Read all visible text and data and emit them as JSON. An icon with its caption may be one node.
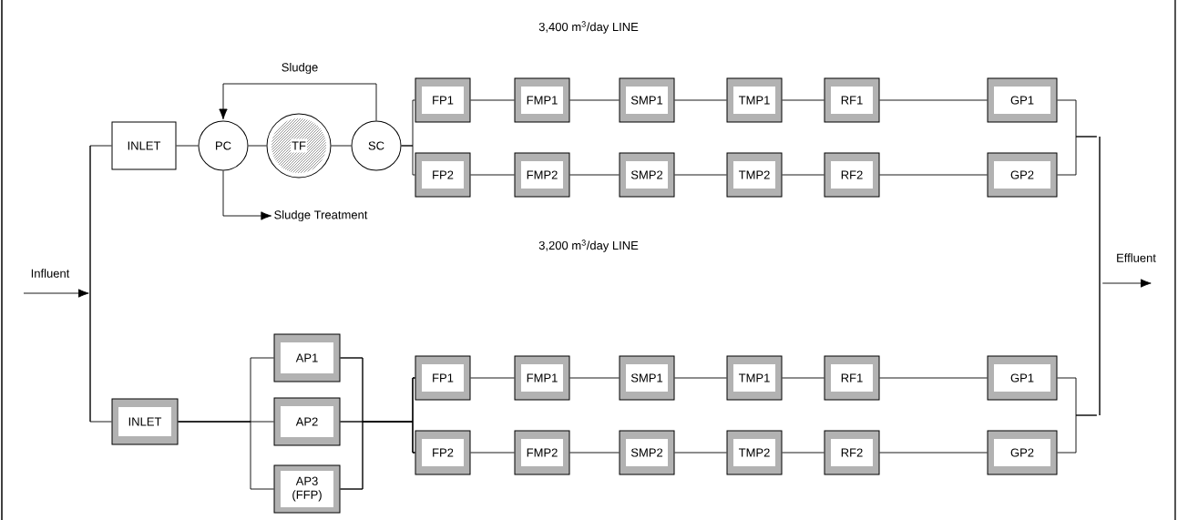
{
  "diagram": {
    "nodes": [
      {
        "text": [
          "INLET"
        ]
      },
      {
        "text": [
          "PC"
        ]
      },
      {
        "text": [
          "TF"
        ]
      },
      {
        "text": [
          "SC"
        ]
      },
      {
        "text": [
          "Sludge Treatment"
        ]
      },
      {
        "text": [
          "FP1"
        ]
      },
      {
        "text": [
          "FMP1"
        ]
      },
      {
        "text": [
          "SMP1"
        ]
      },
      {
        "text": [
          "TMP1"
        ]
      },
      {
        "text": [
          "RF1"
        ]
      },
      {
        "text": [
          "GP1"
        ]
      },
      {
        "text": [
          "FP2"
        ]
      },
      {
        "text": [
          "FMP2"
        ]
      },
      {
        "text": [
          "SMP2"
        ]
      },
      {
        "text": [
          "TMP2"
        ]
      },
      {
        "text": [
          "RF2"
        ]
      },
      {
        "text": [
          "GP2"
        ]
      },
      {
        "text": [
          "INLET"
        ]
      },
      {
        "text": [
          "AP1"
        ]
      },
      {
        "text": [
          "AP2"
        ]
      },
      {
        "text": [
          "AP3 (FFP)"
        ]
      },
      {
        "text": [
          "FP1"
        ]
      },
      {
        "text": [
          "FMP1"
        ]
      },
      {
        "text": [
          "SMP1"
        ]
      },
      {
        "text": [
          "TMP1"
        ]
      },
      {
        "text": [
          "RF1"
        ]
      },
      {
        "text": [
          "GP1"
        ]
      },
      {
        "text": [
          "FP2"
        ]
      },
      {
        "text": [
          "FMP2"
        ]
      },
      {
        "text": [
          "SMP2"
        ]
      },
      {
        "text": [
          "TMP2"
        ]
      },
      {
        "text": [
          "RF2"
        ]
      },
      {
        "text": [
          "GP2"
        ]
      },
      {
        "text": [
          "Influent"
        ]
      },
      {
        "text": [],
        "shape": "bar"
      },
      {
        "text": [],
        "shape": "bar"
      },
      {
        "text": [
          "Effluent"
        ]
      }
    ],
    "edges": [
      {
        "from": 33,
        "to": 34,
        "arrow": "to"
      },
      {
        "from": 34,
        "to": 0,
        "arrow": "none"
      },
      {
        "from": 34,
        "to": 17,
        "arrow": "none"
      },
      {
        "from": 0,
        "to": 1,
        "arrow": "none"
      },
      {
        "from": 1,
        "to": 2,
        "arrow": "none"
      },
      {
        "from": 2,
        "to": 3,
        "arrow": "none"
      },
      {
        "from": 3,
        "to": 1,
        "arrow": "to",
        "label": "Sludge"
      },
      {
        "from": 1,
        "to": 4,
        "arrow": "to"
      },
      {
        "from": 3,
        "to": 5,
        "arrow": "none"
      },
      {
        "from": 3,
        "to": 11,
        "arrow": "none"
      },
      {
        "from": 5,
        "to": 6,
        "arrow": "none"
      },
      {
        "from": 6,
        "to": 7,
        "arrow": "none"
      },
      {
        "from": 7,
        "to": 8,
        "arrow": "none"
      },
      {
        "from": 8,
        "to": 9,
        "arrow": "none"
      },
      {
        "from": 9,
        "to": 10,
        "arrow": "none"
      },
      {
        "from": 11,
        "to": 12,
        "arrow": "none"
      },
      {
        "from": 12,
        "to": 13,
        "arrow": "none"
      },
      {
        "from": 13,
        "to": 14,
        "arrow": "none"
      },
      {
        "from": 14,
        "to": 15,
        "arrow": "none"
      },
      {
        "from": 15,
        "to": 16,
        "arrow": "none"
      },
      {
        "from": 10,
        "to": 35,
        "arrow": "none"
      },
      {
        "from": 16,
        "to": 35,
        "arrow": "none"
      },
      {
        "from": 17,
        "to": 18,
        "arrow": "none"
      },
      {
        "from": 17,
        "to": 19,
        "arrow": "none"
      },
      {
        "from": 17,
        "to": 20,
        "arrow": "none"
      },
      {
        "from": 18,
        "to": 21,
        "arrow": "none"
      },
      {
        "from": 18,
        "to": 27,
        "arrow": "none"
      },
      {
        "from": 19,
        "to": 21,
        "arrow": "none"
      },
      {
        "from": 19,
        "to": 27,
        "arrow": "none"
      },
      {
        "from": 20,
        "to": 21,
        "arrow": "none"
      },
      {
        "from": 20,
        "to": 27,
        "arrow": "none"
      },
      {
        "from": 21,
        "to": 22,
        "arrow": "none"
      },
      {
        "from": 22,
        "to": 23,
        "arrow": "none"
      },
      {
        "from": 23,
        "to": 24,
        "arrow": "none"
      },
      {
        "from": 24,
        "to": 25,
        "arrow": "none"
      },
      {
        "from": 25,
        "to": 26,
        "arrow": "none"
      },
      {
        "from": 27,
        "to": 28,
        "arrow": "none"
      },
      {
        "from": 28,
        "to": 29,
        "arrow": "none"
      },
      {
        "from": 29,
        "to": 30,
        "arrow": "none"
      },
      {
        "from": 30,
        "to": 31,
        "arrow": "none"
      },
      {
        "from": 31,
        "to": 32,
        "arrow": "none"
      },
      {
        "from": 26,
        "to": 35,
        "arrow": "none"
      },
      {
        "from": 32,
        "to": 35,
        "arrow": "none"
      },
      {
        "from": 35,
        "to": 36,
        "arrow": "to"
      }
    ],
    "labels": [
      "3,400 m$^{3}$/day LINE",
      "3,200 m$^{3}$/day LINE"
    ]
  }
}
